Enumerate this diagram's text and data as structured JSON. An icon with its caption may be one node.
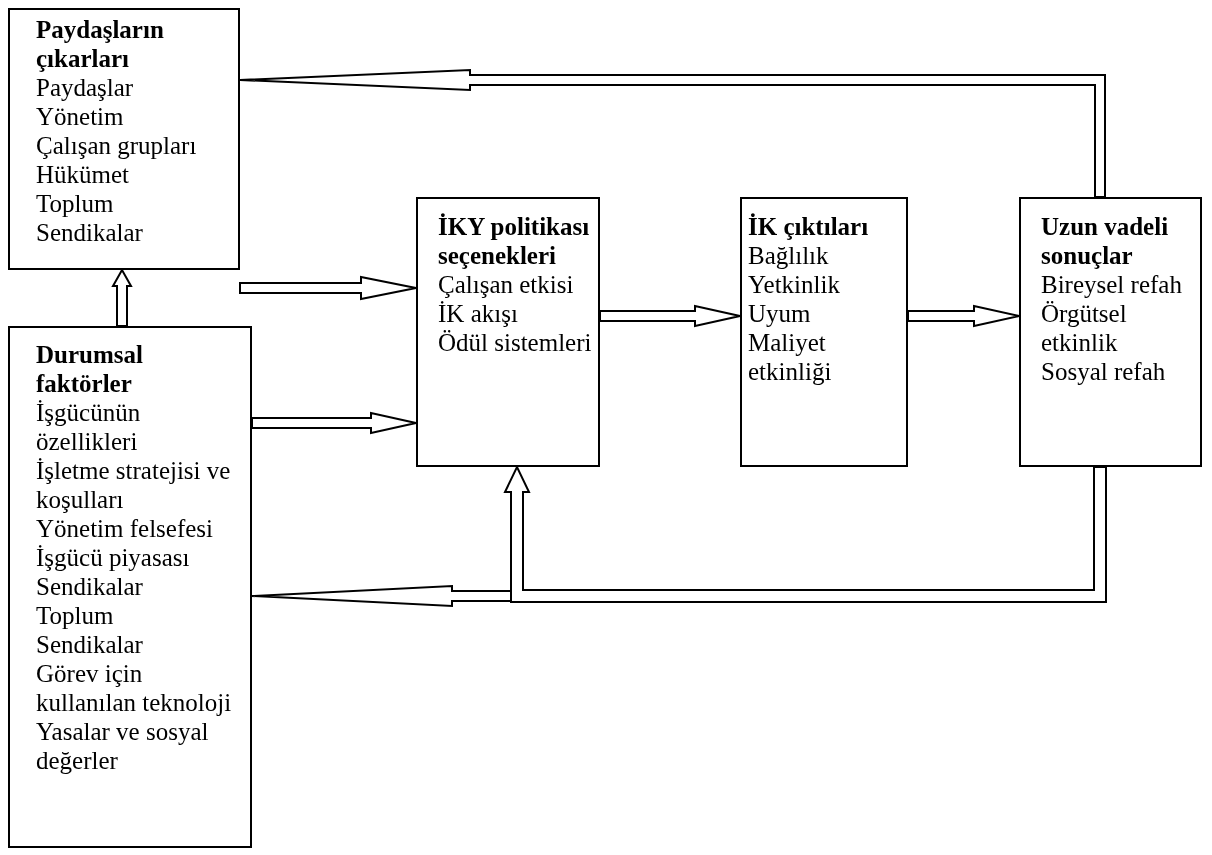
{
  "diagram": {
    "nodes": [
      {
        "text": [
          "Paydaşların çıkarları",
          "Paydaşlar",
          "Yönetim",
          "Çalışan grupları",
          "Hükümet",
          "Toplum",
          "Sendikalar"
        ]
      },
      {
        "text": [
          "İKY politikası seçenekleri",
          "Çalışan etkisi",
          "İK akışı",
          "Ödül sistemleri"
        ]
      },
      {
        "text": [
          "İK çıktıları",
          "Bağlılık",
          "Yetkinlik",
          "Uyum",
          "Maliyet etkinliği"
        ]
      },
      {
        "text": [
          "Uzun vadeli sonuçlar",
          "Bireysel refah",
          "Örgütsel etkinlik",
          "Sosyal refah"
        ]
      },
      {
        "text": [
          "Durumsal faktörler",
          "İşgücünün özellikleri",
          "İşletme stratejisi ve koşulları",
          "Yönetim felsefesi",
          "İşgücü piyasası",
          "Sendikalar",
          "Toplum",
          "Sendikalar",
          "Görev için kullanılan teknoloji",
          "Yasalar ve sosyal değerler"
        ]
      }
    ],
    "edges": [
      {
        "from": 0,
        "to": 1,
        "arrow": "to"
      },
      {
        "from": 4,
        "to": 0,
        "arrow": "to"
      },
      {
        "from": 4,
        "to": 1,
        "arrow": "to"
      },
      {
        "from": 1,
        "to": 2,
        "arrow": "to"
      },
      {
        "from": 2,
        "to": 3,
        "arrow": "to"
      },
      {
        "from": 3,
        "to": 0,
        "arrow": "to"
      },
      {
        "from": 3,
        "to": 4,
        "arrow": "to"
      },
      {
        "from": 3,
        "to": 1,
        "arrow": "to"
      }
    ]
  }
}
